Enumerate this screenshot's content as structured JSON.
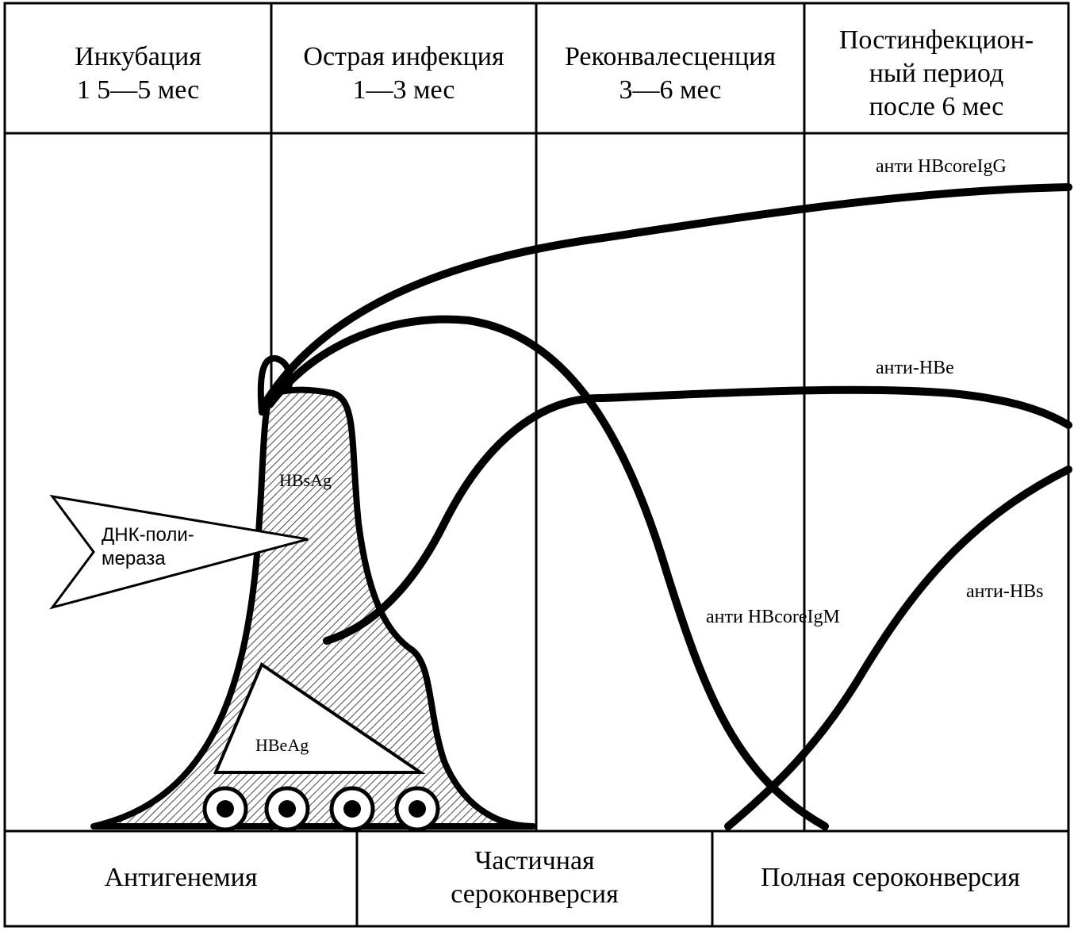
{
  "phases": [
    {
      "title": "Инкубация",
      "duration": "1 5—5 мес"
    },
    {
      "title": "Острая инфекция",
      "duration": "1—3 мес"
    },
    {
      "title": "Реконвалесценция",
      "duration": "3—6 мес"
    },
    {
      "title": "Постинфекцион-\nный период\nпосле 6 мес"
    }
  ],
  "stages": [
    "Антигенемия",
    "Частичная\nсероконверсия",
    "Полная сероконверсия"
  ],
  "markers": {
    "anti_hbcore_igg": "анти HBcoreIgG",
    "anti_hbe": "анти-HBe",
    "anti_hbcore_igm": "анти HBcoreIgM",
    "anti_hbs": "анти-HBs",
    "hbsag": "HBsAg",
    "hbeag": "HBeAg",
    "dna_polymerase": "ДНК-поли-\nмераза"
  },
  "colors": {
    "line": "#000000",
    "background": "#ffffff",
    "hatch": "#555555"
  }
}
